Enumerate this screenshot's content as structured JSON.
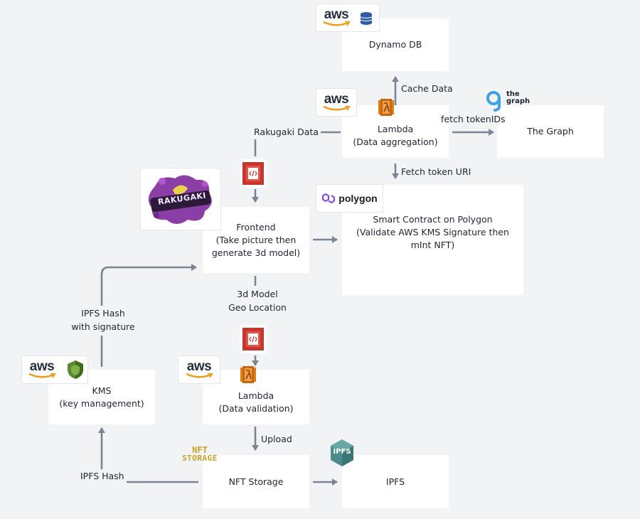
{
  "nodes": {
    "dynamo": {
      "lines": [
        "Dynamo DB"
      ]
    },
    "lambda_agg": {
      "lines": [
        "Lambda",
        "(Data aggregation)"
      ]
    },
    "the_graph": {
      "lines": [
        "The Graph"
      ]
    },
    "smart_contract": {
      "lines": [
        "Smart Contract on Polygon",
        "(Validate AWS KMS Signature then",
        "mInt NFT)"
      ]
    },
    "frontend": {
      "lines": [
        "Frontend",
        "(Take picture then",
        "generate 3d model)"
      ]
    },
    "kms": {
      "lines": [
        "KMS",
        "(key management)"
      ]
    },
    "lambda_val": {
      "lines": [
        "Lambda",
        "(Data validation)"
      ]
    },
    "nft_storage": {
      "lines": [
        "NFT Storage"
      ]
    },
    "ipfs": {
      "lines": [
        "IPFS"
      ]
    }
  },
  "edges": {
    "cache_data": "Cache Data",
    "rakugaki_data": "Rakugaki Data",
    "fetch_token_ids": "fetch tokenIDs",
    "fetch_token_uri": "Fetch token URI",
    "model_geo": [
      "3d Model",
      "Geo Location"
    ],
    "ipfs_hash_sig": [
      "IPFS Hash",
      "with signature"
    ],
    "upload": "Upload",
    "ipfs_hash": "IPFS Hash"
  },
  "logos": {
    "aws": "aws",
    "polygon": "polygon",
    "the_graph": [
      "the",
      "graph"
    ],
    "rakugaki": "RAKUGAKI",
    "nft_storage": [
      "NFT",
      "STORAGE"
    ],
    "ipfs": "IPFS"
  },
  "colors": {
    "background": "#f2f3f5",
    "box": "#ffffff",
    "arrow": "#7a8492",
    "lambda_orange": "#e07b1a",
    "api_gateway_red": "#c7352c",
    "dynamodb_blue": "#2e5ea8",
    "kms_green": "#5b8a2e",
    "polygon_purple": "#8247e5",
    "graph_blue": "#3aa3e8",
    "ipfs_teal": "#4a8c8c",
    "rakugaki_purple": "#8b3fa6",
    "nft_gold": "#c9a227"
  },
  "icons": [
    "dynamodb-icon",
    "lambda-icon",
    "api-gateway-icon",
    "kms-shield-icon",
    "ipfs-cube-icon",
    "polygon-icon",
    "the-graph-icon"
  ]
}
